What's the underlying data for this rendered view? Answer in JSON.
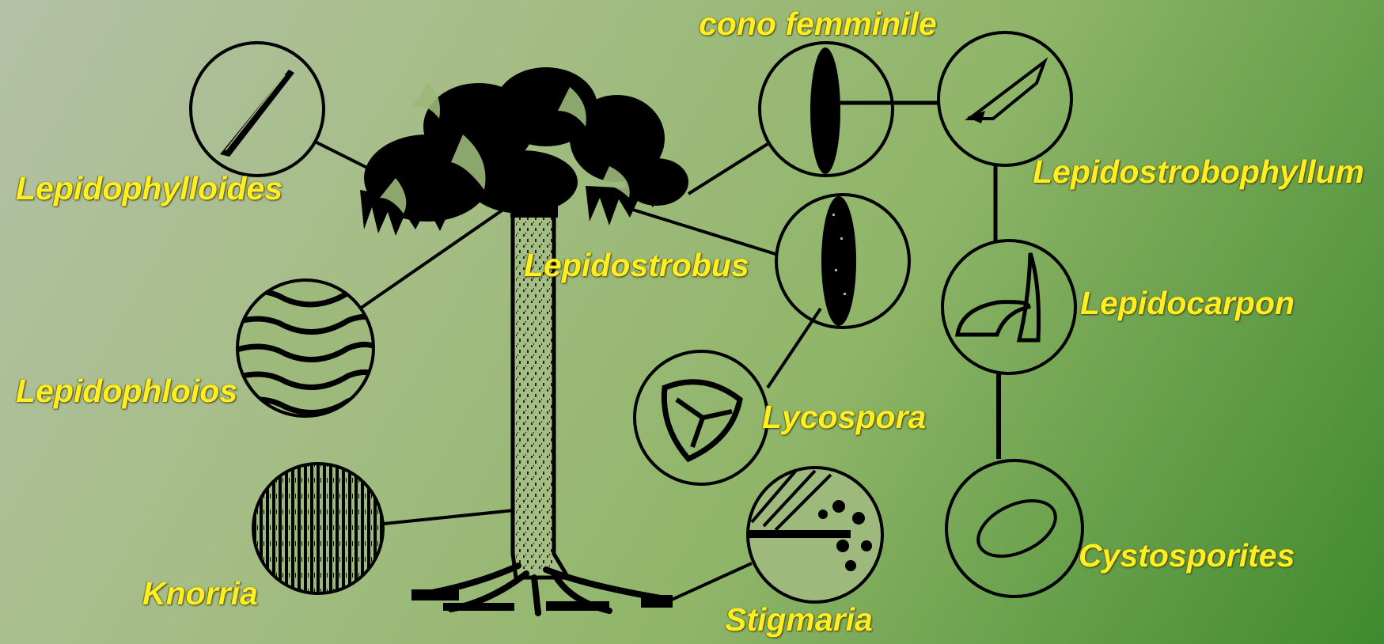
{
  "labels": {
    "cono_femminile": "cono femminile",
    "lepidophylloides": "Lepidophylloides",
    "lepidostrobophyllum": "Lepidostrobophyllum",
    "lepidostrobus": "Lepidostrobus",
    "lepidocarpon": "Lepidocarpon",
    "lepidophloios": "Lepidophloios",
    "lycospora": "Lycospora",
    "cystosporites": "Cystosporites",
    "knorria": "Knorria",
    "stigmaria": "Stigmaria"
  },
  "colors": {
    "label": "#ffee22",
    "ink": "#000000",
    "background_start": "#b4c0a6",
    "background_end": "#3f8a2e"
  }
}
